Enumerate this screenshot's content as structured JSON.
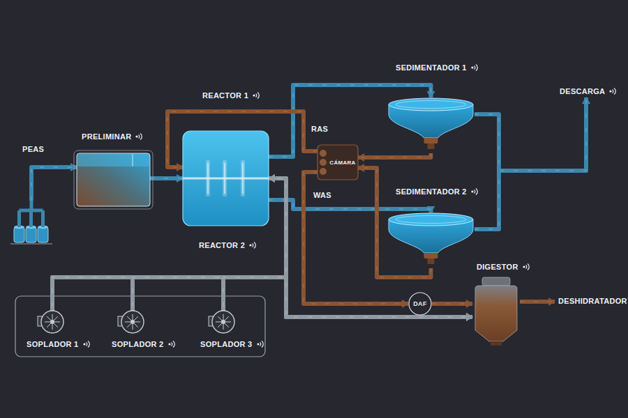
{
  "diagram": {
    "nodes": [
      {
        "text": [
          "PEAS"
        ]
      },
      {
        "text": [
          "PRELIMINAR"
        ]
      },
      {
        "text": [
          "REACTOR 2"
        ]
      },
      {
        "text": [
          "SEDIMENTADOR 1"
        ]
      },
      {
        "text": [
          "SEDIMENTADOR 2"
        ]
      },
      {
        "text": [
          "CÁMARA"
        ]
      },
      {
        "text": [
          "DAF"
        ]
      },
      {
        "text": [
          "DIGESTOR"
        ]
      },
      {
        "text": [
          "SOPLADOR 1"
        ]
      },
      {
        "text": [
          "SOPLADOR 2"
        ]
      },
      {
        "text": [
          "SOPLADOR 3"
        ]
      },
      {
        "text": [
          "DESCARGA"
        ]
      },
      {
        "text": [
          "DESHIDRATADOR"
        ]
      }
    ],
    "edges": [
      {
        "from": 0,
        "to": 1,
        "arrow": "to"
      },
      {
        "from": 1,
        "to": 2,
        "arrow": "to"
      },
      {
        "from": 2,
        "to": 3,
        "arrow": "to"
      },
      {
        "from": 2,
        "to": 4,
        "arrow": "to"
      },
      {
        "from": 3,
        "to": 11,
        "arrow": "to"
      },
      {
        "from": 4,
        "to": 11,
        "arrow": "to"
      },
      {
        "from": 3,
        "to": 5,
        "arrow": "to"
      },
      {
        "from": 4,
        "to": 5,
        "arrow": "to"
      },
      {
        "from": 5,
        "to": 2,
        "arrow": "to"
      },
      {
        "from": 5,
        "to": 6,
        "arrow": "to"
      },
      {
        "from": 6,
        "to": 7,
        "arrow": "to"
      },
      {
        "from": 7,
        "to": 12,
        "arrow": "to"
      },
      {
        "from": 8,
        "to": 2,
        "arrow": "to"
      },
      {
        "from": 9,
        "to": 2,
        "arrow": "to"
      },
      {
        "from": 10,
        "to": 2,
        "arrow": "to"
      },
      {
        "from": 8,
        "to": 7,
        "arrow": "to"
      },
      {
        "from": 9,
        "to": 7,
        "arrow": "to"
      },
      {
        "from": 10,
        "to": 7,
        "arrow": "to"
      }
    ],
    "labels": [
      "REACTOR 1",
      "RAS",
      "WAS"
    ]
  }
}
